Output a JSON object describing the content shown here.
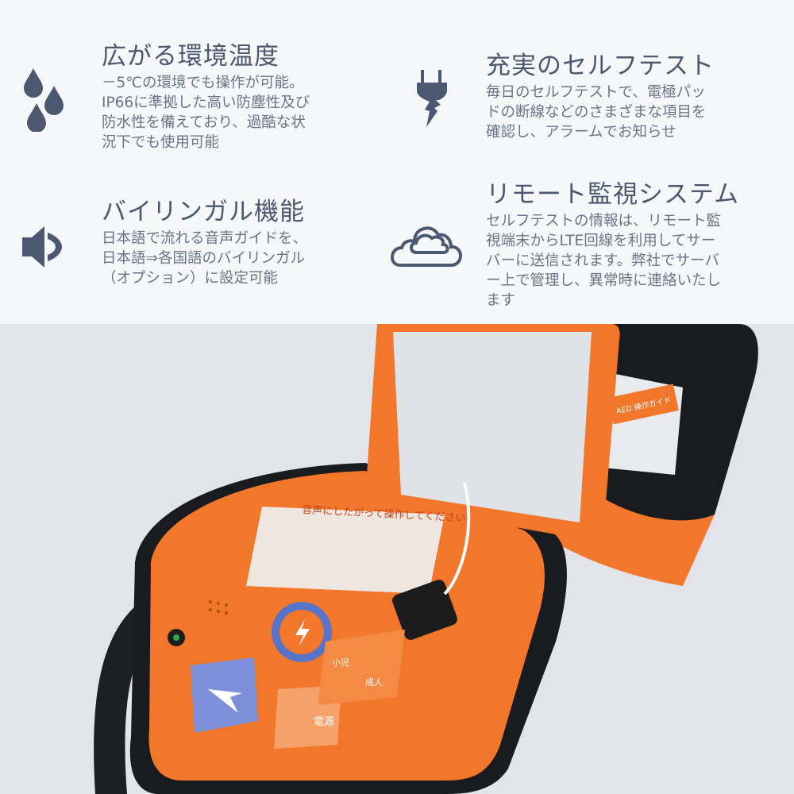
{
  "features": [
    {
      "icon": "water-drops-icon",
      "title": "広がる環境温度",
      "lines": [
        "－5℃の環境でも操作が可能。",
        "IP66に準拠した高い防塵性及び",
        "防水性を備えており、過酷な状",
        "況下でも使用可能"
      ]
    },
    {
      "icon": "plug-lightning-icon",
      "title": "充実のセルフテスト",
      "lines": [
        "毎日のセルフテストで、電極パッ",
        "ドの断線などのさまざまな項目を",
        "確認し、アラームでお知らせ"
      ]
    },
    {
      "icon": "speaker-icon",
      "title": "バイリンガル機能",
      "lines": [
        "日本語で流れる音声ガイドを、",
        "日本語⇒各国語のバイリンガル",
        "（オプション）に設定可能"
      ]
    },
    {
      "icon": "cloud-icon",
      "title": "リモート監視システム",
      "lines": [
        "セルフテストの情報は、リモート監",
        "視端末からLTE回線を利用してサー",
        "バーに送信されます。弊社でサーバ",
        "ー上で管理し、異常時に連絡いたし",
        "ます"
      ]
    }
  ],
  "photo": {
    "labels": [
      "AED 操作ガイド",
      "音声にしたがって操作してください",
      "電源",
      "成人",
      "小児"
    ]
  },
  "colors": {
    "text": "#4b5870",
    "orange": "#f2772a",
    "background": "#f6f7f9"
  }
}
